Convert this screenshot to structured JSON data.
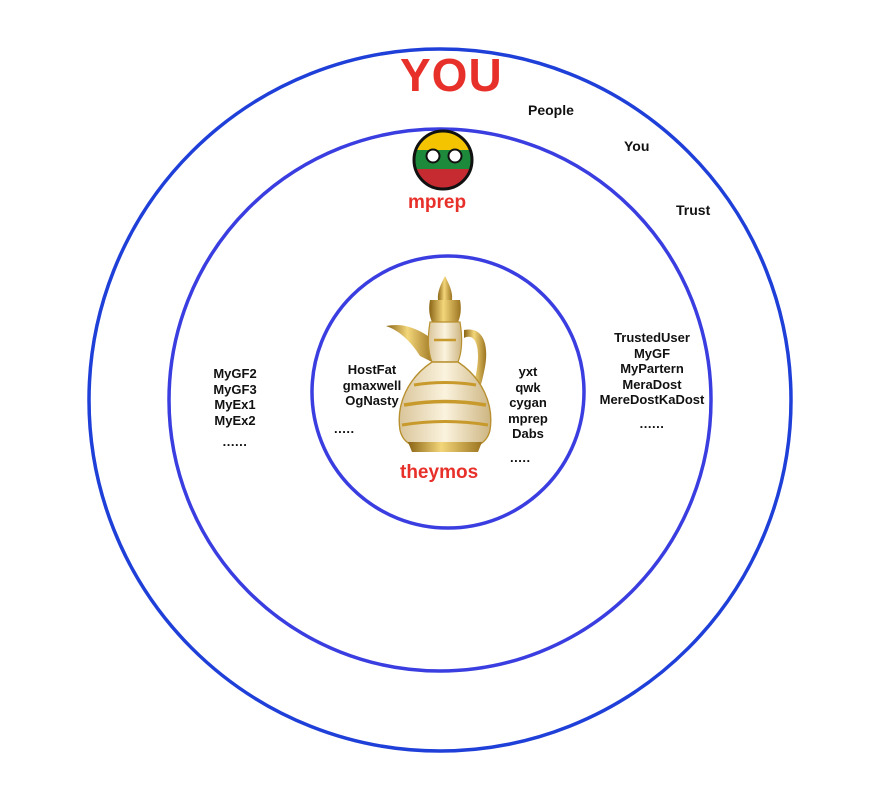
{
  "diagram": {
    "top_title": "YOU",
    "corner_words": [
      "People",
      "You",
      "Trust"
    ],
    "middle_ring": {
      "name": "mprep",
      "left_list": [
        "MyGF2",
        "MyGF3",
        "MyEx1",
        "MyEx2"
      ],
      "left_more": "......",
      "right_list": [
        "TrustedUser",
        "MyGF",
        "MyPartern",
        "MeraDost",
        "MereDostKaDost"
      ],
      "right_more": "......"
    },
    "inner_ring": {
      "name": "theymos",
      "left_list": [
        "HostFat",
        "gmaxwell",
        "OgNasty"
      ],
      "left_more": ".....",
      "right_list": [
        "yxt",
        "qwk",
        "cygan",
        "mprep",
        "Dabs"
      ],
      "right_more": "....."
    },
    "colors": {
      "ring_stroke": "#1f3fd9",
      "ring_stroke_inner": "#3a3ee0",
      "accent_red": "#e8302a",
      "flag_yellow": "#f4c400",
      "flag_green": "#1d8a3b",
      "flag_red": "#c72b32",
      "gold": "#c89a2c"
    },
    "icons": [
      "lithuania-countryball-icon",
      "dallah-coffee-pot-icon"
    ]
  }
}
